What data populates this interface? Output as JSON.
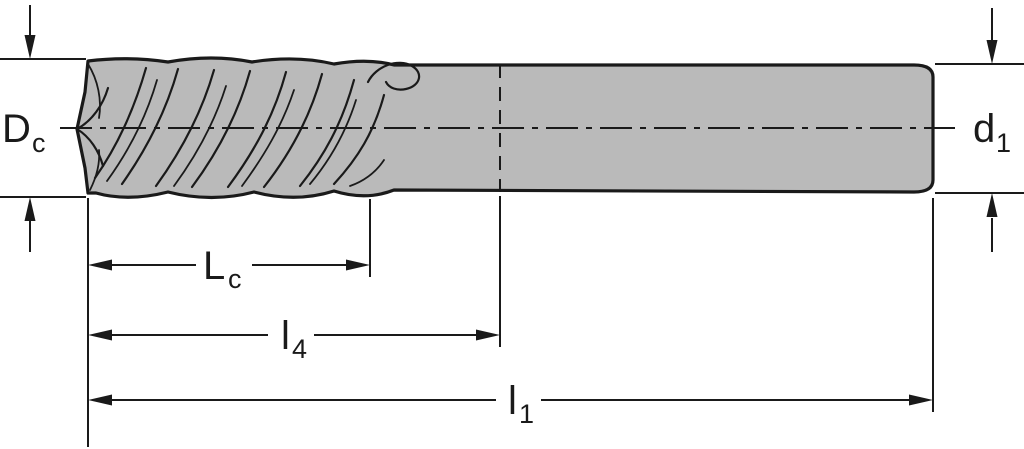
{
  "diagram": {
    "name": "End mill dimensional drawing",
    "colors": {
      "background": "#ffffff",
      "body_fill": "#bababa",
      "line": "#1a1a1a"
    },
    "labels": {
      "cutting_diameter": {
        "main": "D",
        "sub": "c"
      },
      "shank_diameter": {
        "main": "d",
        "sub": "1"
      },
      "cutting_length": {
        "main": "L",
        "sub": "c"
      },
      "length_l4": {
        "main": "l",
        "sub": "4"
      },
      "overall_length": {
        "main": "l",
        "sub": "1"
      }
    }
  }
}
